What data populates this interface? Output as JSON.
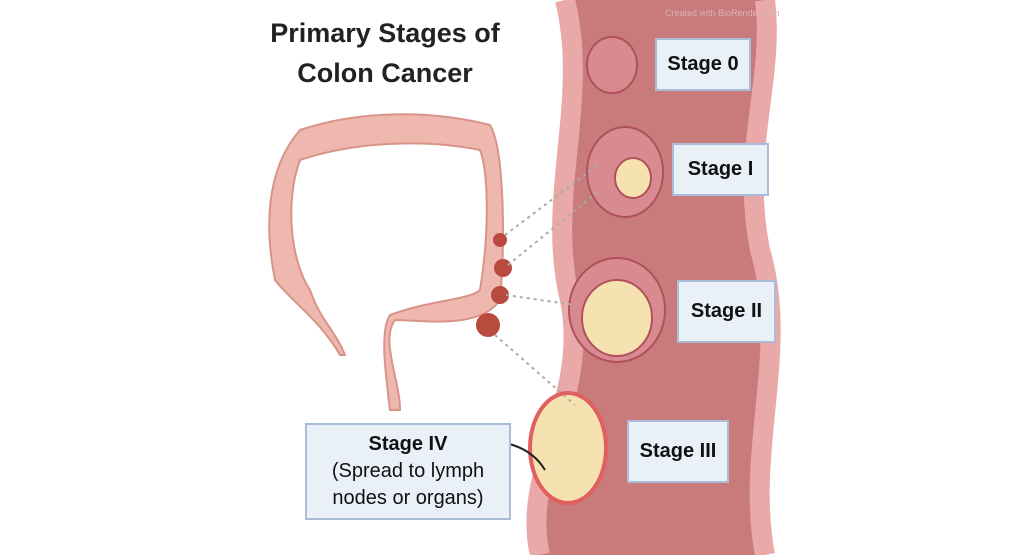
{
  "title_line1": "Primary Stages of",
  "title_line2": "Colon Cancer",
  "watermark": "Created with BioRender.com",
  "stages": [
    "Stage 0",
    "Stage I",
    "Stage II",
    "Stage III"
  ],
  "stage4": {
    "label": "Stage IV",
    "desc1": "(Spread to lymph",
    "desc2": "nodes or organs)"
  },
  "colors": {
    "tissue": "#c97a7a",
    "wall": "#e8a9a8",
    "tumor": "#f5e2b0",
    "box": "#eaf0f8",
    "border": "#a9bcd8",
    "colon": "#efb8ae"
  }
}
